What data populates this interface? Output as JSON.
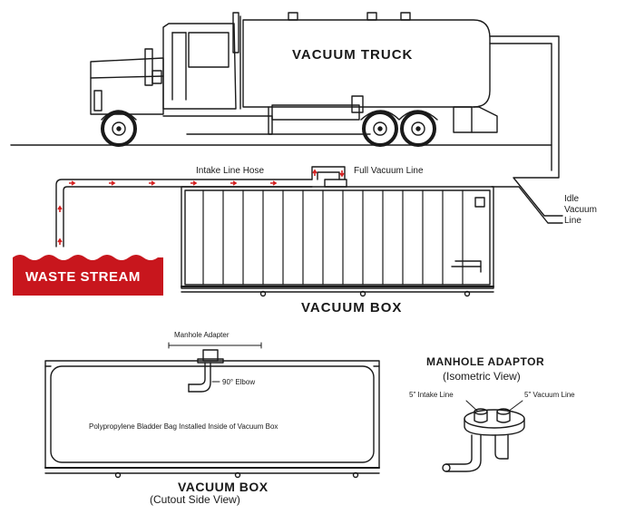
{
  "labels": {
    "vacuum_truck": "VACUUM TRUCK",
    "intake_line_hose": "Intake Line Hose",
    "full_vacuum_line": "Full Vacuum Line",
    "idle_vacuum_line": "Idle Vacuum Line",
    "waste_stream": "WASTE STREAM",
    "vacuum_box": "VACUUM BOX",
    "manhole_adapter": "Manhole Adapter",
    "elbow": "90° Elbow",
    "bladder": "Polypropylene Bladder Bag Installed Inside of Vacuum Box",
    "cutout_title": "VACUUM BOX",
    "cutout_subtitle": "(Cutout Side View)",
    "adaptor_title": "MANHOLE ADAPTOR",
    "adaptor_subtitle": "(Isometric View)",
    "intake_line_5": "5\" Intake Line",
    "vacuum_line_5": "5\" Vacuum Line"
  },
  "colors": {
    "ink": "#1a1a1a",
    "waste": "#c8161d",
    "flow_arrow": "#d42020"
  }
}
